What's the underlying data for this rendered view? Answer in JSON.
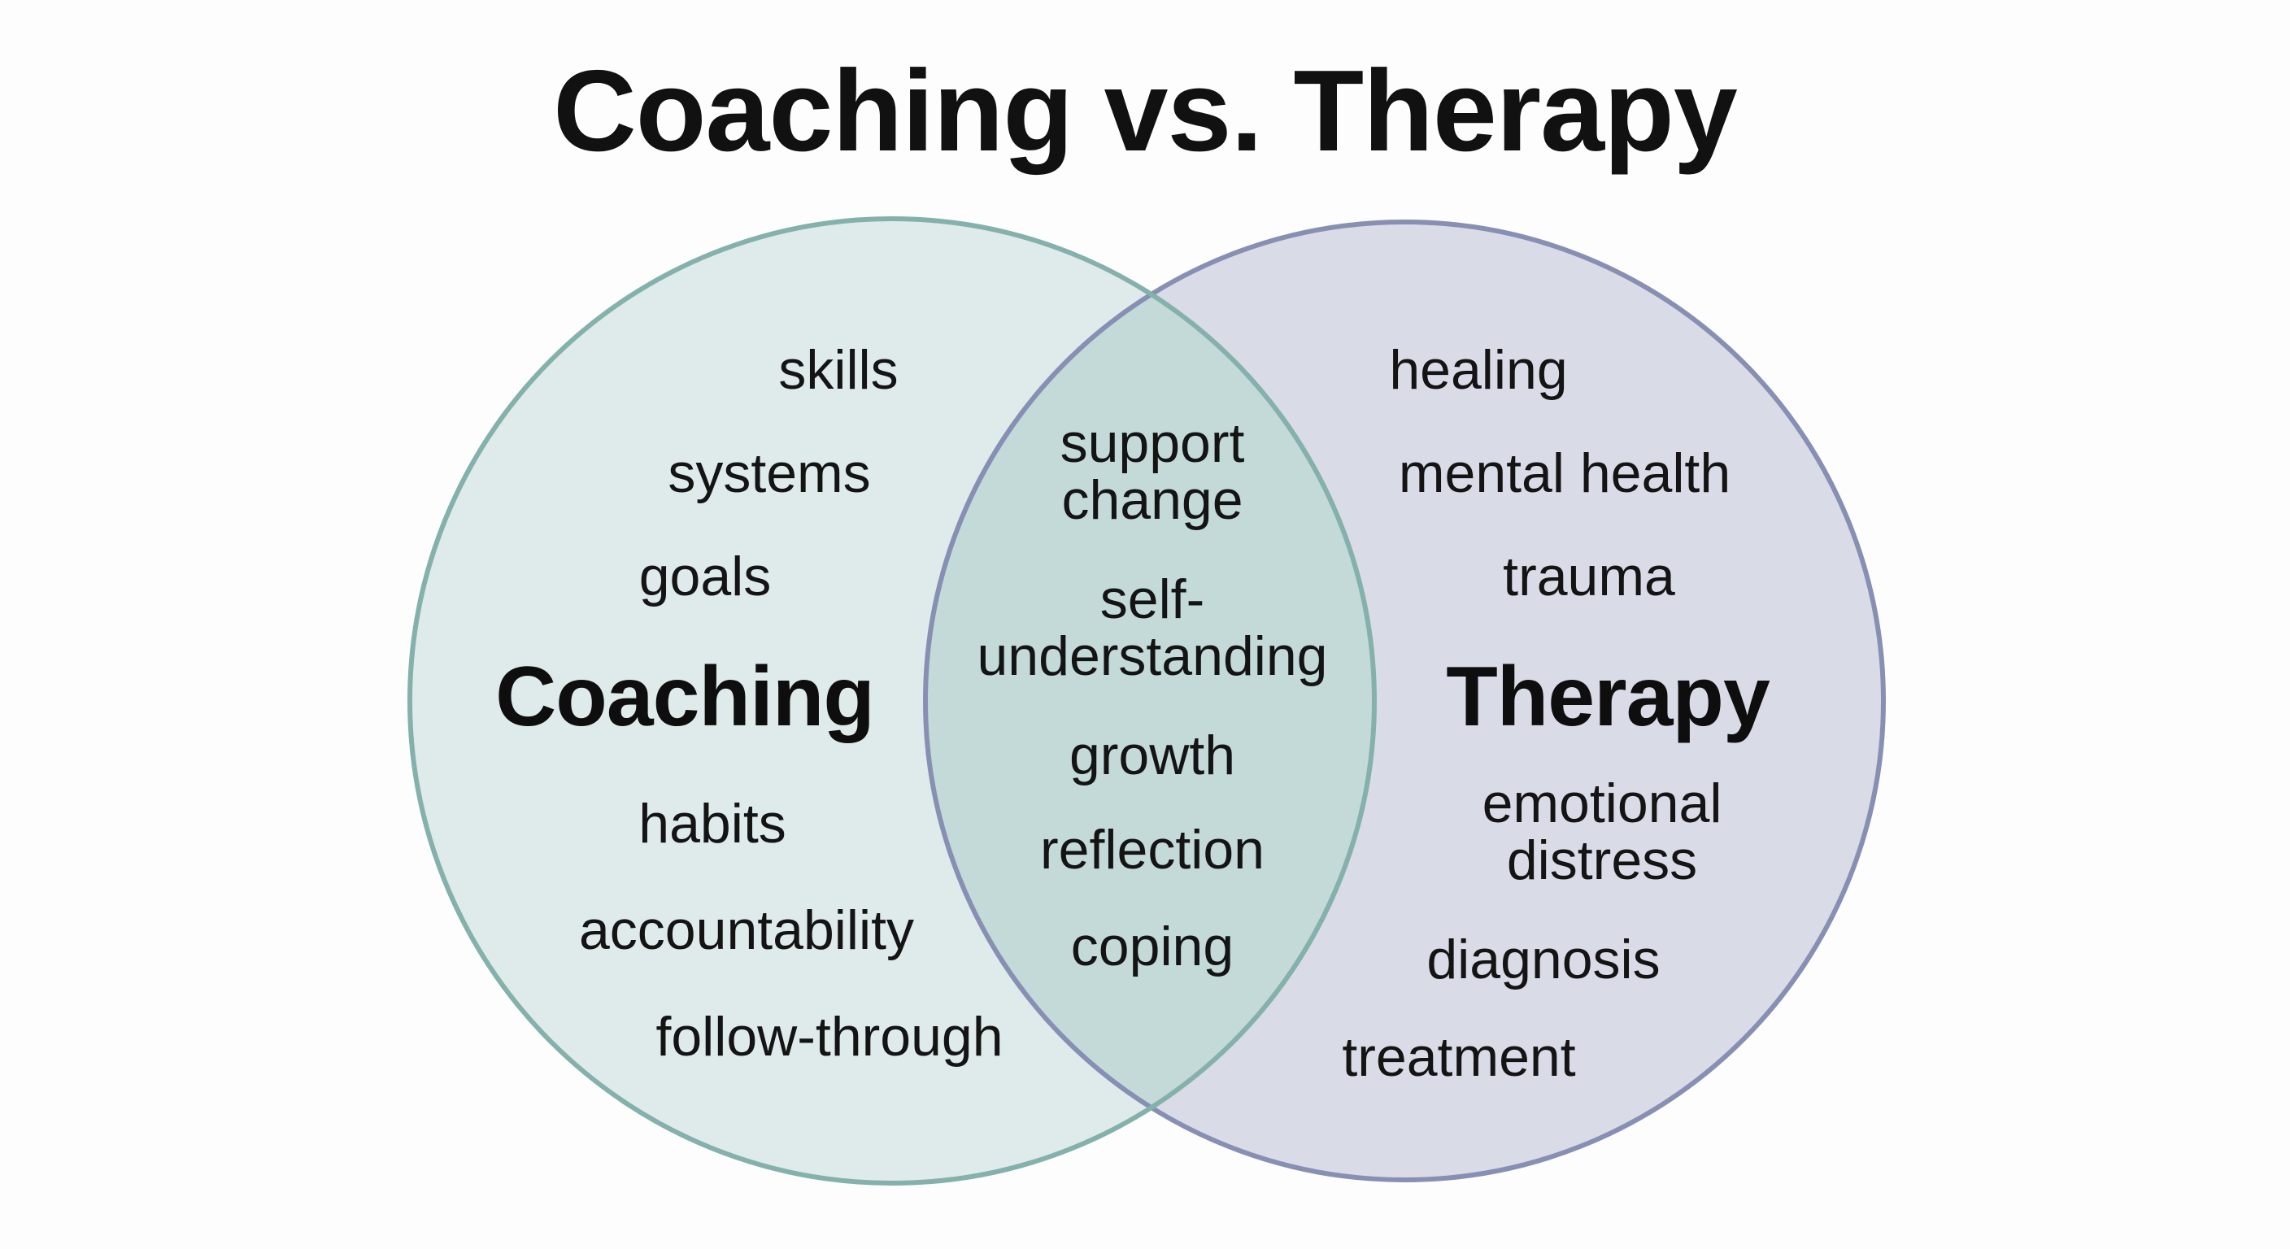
{
  "title": "Coaching vs. Therapy",
  "colors": {
    "left_fill": "#dfeaea",
    "left_stroke": "#84b1ab",
    "right_fill": "#d9dbe7",
    "right_stroke": "#8790b3",
    "overlap_fill": "#c3dad9",
    "background": "#fdfdfd"
  },
  "circles": {
    "left": {
      "label": "Coaching",
      "terms": [
        "skills",
        "systems",
        "goals",
        "habits",
        "accountability",
        "follow-through"
      ]
    },
    "overlap": {
      "terms": [
        "support change",
        "self-understanding",
        "growth",
        "reflection",
        "coping"
      ],
      "lines": {
        "support": "support",
        "change": "change",
        "self": "self-",
        "understanding": "understanding"
      }
    },
    "right": {
      "label": "Therapy",
      "terms": [
        "healing",
        "mental health",
        "trauma",
        "emotional distress",
        "diagnosis",
        "treatment"
      ],
      "lines": {
        "emotional": "emotional",
        "distress": "distress"
      }
    }
  }
}
